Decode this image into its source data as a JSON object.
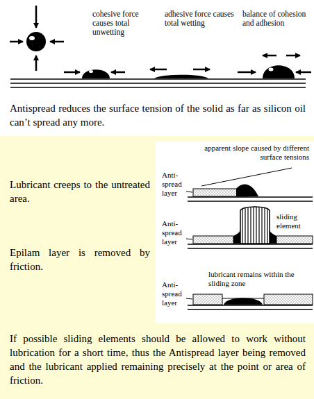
{
  "diagram": {
    "labels": [
      "cohesive force causes total unwetting",
      "adhesive force causes total wetting",
      "balance of cohesion and adhesion",
      "Antispread reduces the surface tension of the solid as far as silicon oil can’t spread any more.",
      "apparent slope caused by different surface tensions",
      "Anti-spread layer",
      "Lubricant creeps to the untreated area.",
      "sliding element",
      "Anti-spread layer",
      "Epilam layer is removed by friction.",
      "lubricant remains within the sliding zone",
      "Anti-spread layer",
      "If possible sliding elements should be allowed to work without lubrication for a short time, thus the Antispread layer being removed and the lubricant applied remaining precisely at the point or area of friction."
    ]
  }
}
